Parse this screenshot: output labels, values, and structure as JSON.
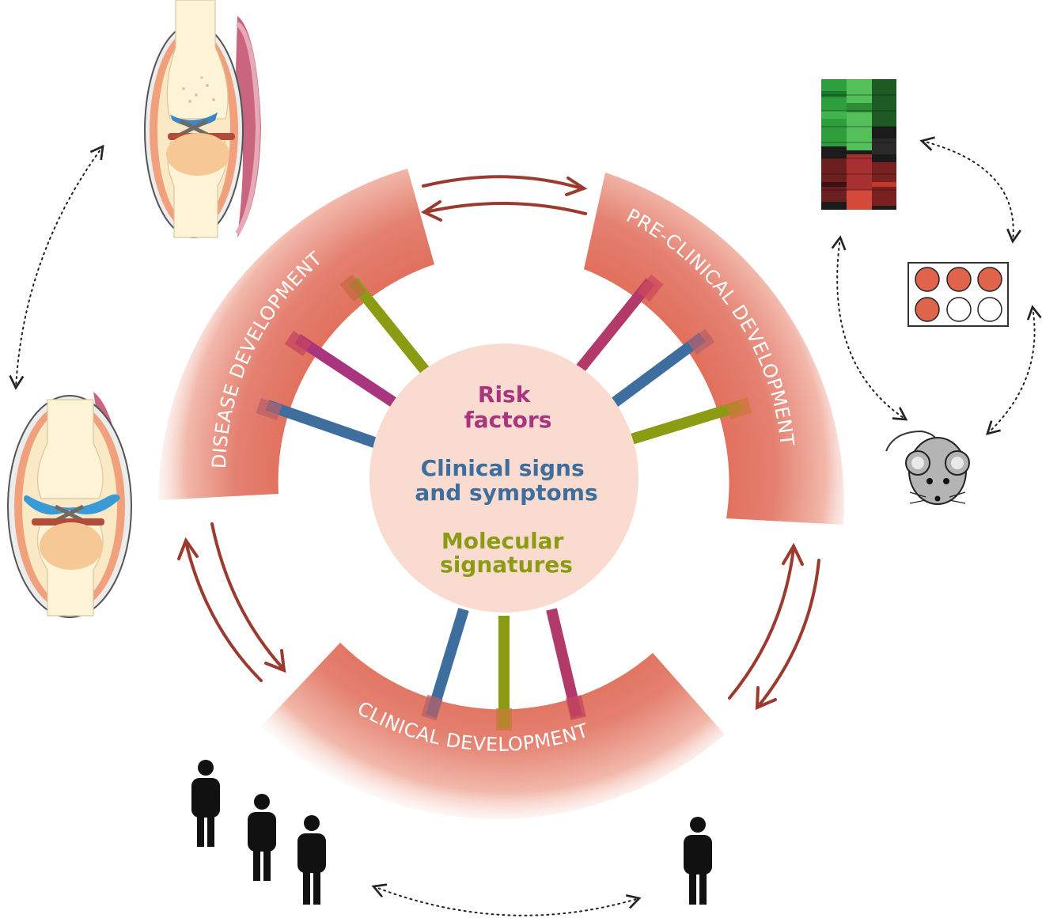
{
  "segments": {
    "disease": "DISEASE  DEVELOPMENT",
    "preclinical": "PRE-CLINICAL DEVELOPMENT",
    "clinical": "CLINICAL DEVELOPMENT"
  },
  "center": {
    "risk_line1": "Risk",
    "risk_line2": "factors",
    "clinical_line1": "Clinical signs",
    "clinical_line2": "and symptoms",
    "molecular_line1": "Molecular",
    "molecular_line2": "signatures"
  },
  "colors": {
    "risk": "#a8357e",
    "clinical": "#3d6e9e",
    "molecular": "#8b9b14",
    "band": "#e06a55",
    "center_fill": "#f9dccf",
    "arrow": "#9b3a2e"
  },
  "icons": [
    "osteoarthritic-joint-icon",
    "healthy-joint-icon",
    "heatmap-icon",
    "well-plate-icon",
    "mouse-icon",
    "patient-group-icon",
    "single-patient-icon"
  ]
}
